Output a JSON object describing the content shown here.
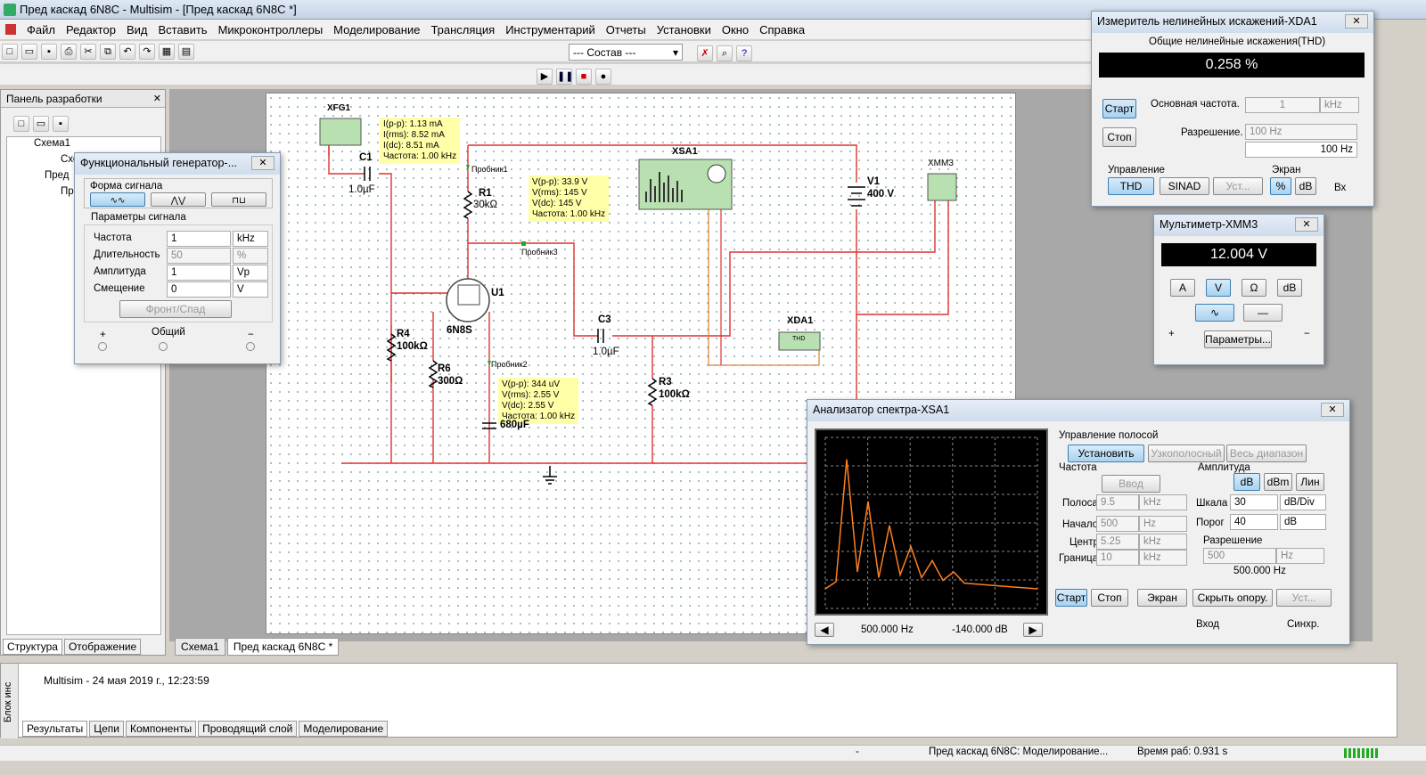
{
  "app": {
    "title": "Пред каскад 6N8C - Multisim - [Пред каскад 6N8C *]"
  },
  "menu": [
    "Файл",
    "Редактор",
    "Вид",
    "Вставить",
    "Микроконтроллеры",
    "Моделирование",
    "Трансляция",
    "Инструментарий",
    "Отчеты",
    "Установки",
    "Окно",
    "Справка"
  ],
  "toolbar": {
    "compose_select": "--- Состав ---"
  },
  "dev_panel": {
    "title": "Панель разработки",
    "tree": [
      "Схема1",
      "Схе",
      "Пред",
      "Пр"
    ],
    "tabs": [
      "Структура",
      "Отображение"
    ]
  },
  "schem_tabs": [
    "Схема1",
    "Пред каскад 6N8C *"
  ],
  "funcgen": {
    "title": "Функциональный генератор-...",
    "waveform_label": "Форма сигнала",
    "params_label": "Параметры сигнала",
    "rows": [
      {
        "label": "Частота",
        "value": "1",
        "unit": "kHz"
      },
      {
        "label": "Длительность",
        "value": "50",
        "unit": "%"
      },
      {
        "label": "Амплитуда",
        "value": "1",
        "unit": "Vp"
      },
      {
        "label": "Смещение",
        "value": "0",
        "unit": "V"
      }
    ],
    "rise_fall": "Фронт/Спад",
    "plus": "+",
    "common": "Общий",
    "minus": "−"
  },
  "schematic": {
    "xfg1": "XFG1",
    "c1": "C1",
    "c1v": "1.0µF",
    "r1": "R1",
    "r1v": "30kΩ",
    "xsa1": "XSA1",
    "v1": "V1",
    "v1v": "400 V",
    "xmm3": "XMM3",
    "u1": "U1",
    "tube": "6N8S",
    "c3": "C3",
    "c3v": "1.0µF",
    "xda1": "XDA1",
    "thd": "THD",
    "r4": "R4",
    "r4v": "100kΩ",
    "r6": "R6",
    "r6v": "300Ω",
    "r3": "R3",
    "r3v": "100kΩ",
    "c_hidden": "680µF",
    "probe1": "Пробник1",
    "probe2": "Пробник2",
    "probe3": "Пробник3",
    "pl1": "I(p-p): 1.13 mA\nI(rms): 8.52 mA\nI(dc): 8.51 mA\nЧастота: 1.00 kHz",
    "pl2": "V(p-p): 33.9 V\nV(rms): 145 V\nV(dc): 145 V\nЧастота: 1.00 kHz",
    "pl3": "V(p-p): 344 uV\nV(rms): 2.55 V\nV(dc): 2.55 V\nЧастота: 1.00 kHz"
  },
  "thd": {
    "title": "Измеритель нелинейных искажений-XDA1",
    "caption": "Общие нелинейные искажения(THD)",
    "value": "0.258 %",
    "start": "Старт",
    "stop": "Стоп",
    "base_freq_label": "Основная частота.",
    "base_freq": "1",
    "base_unit": "kHz",
    "res_label": "Разрешение.",
    "res_select": "100 Hz",
    "res_value": "100 Hz",
    "control_label": "Управление",
    "thd_btn": "THD",
    "sinad_btn": "SINAD",
    "set_btn": "Уст...",
    "screen_label": "Экран",
    "pct_btn": "%",
    "db_btn": "dB",
    "in_label": "Вх"
  },
  "mm": {
    "title": "Мультиметр-XMM3",
    "value": "12.004 V",
    "modes": [
      "A",
      "V",
      "Ω",
      "dB"
    ],
    "params": "Параметры...",
    "plus": "+",
    "minus": "−"
  },
  "sa": {
    "title": "Анализатор спектра-XSA1",
    "band_ctl": "Управление полосой",
    "set": "Установить",
    "narrow": "Узкополосный",
    "full": "Весь диапазон",
    "freq_label": "Частота",
    "input_btn": "Ввод",
    "span_label": "Полоса",
    "span": "9.5",
    "span_unit": "kHz",
    "start_label": "Начало",
    "start": "500",
    "start_unit": "Hz",
    "center_label": "Центр",
    "center": "5.25",
    "center_unit": "kHz",
    "end_label": "Граница",
    "end": "10",
    "end_unit": "kHz",
    "amp_label": "Амплитуда",
    "db": "dB",
    "dbm": "dBm",
    "lin": "Лин",
    "scale_label": "Шкала",
    "scale": "30",
    "scale_unit": "dB/Div",
    "thr_label": "Порог",
    "thr": "40",
    "thr_unit": "dB",
    "res_label": "Разрешение",
    "res": "500",
    "res_unit": "Hz",
    "res_value": "500.000 Hz",
    "start_btn": "Старт",
    "stop_btn": "Стоп",
    "screen_btn": "Экран",
    "hide_ref": "Скрыть опору.",
    "set_btn": "Уст...",
    "cursor_freq": "500.000 Hz",
    "cursor_amp": "-140.000 dB",
    "in_label": "Вход",
    "sync_label": "Синхр.",
    "spectrum_heights": [
      0.05,
      0.92,
      0.12,
      0.62,
      0.08,
      0.45,
      0.1,
      0.3,
      0.08,
      0.2,
      0.06,
      0.12,
      0.04
    ]
  },
  "output": {
    "side": "Блок инс",
    "text": "Multisim  -  24 мая 2019 г., 12:23:59",
    "tabs": [
      "Результаты",
      "Цепи",
      "Компоненты",
      "Проводящий слой",
      "Моделирование"
    ]
  },
  "status": {
    "sep": "-",
    "sim": "Пред каскад 6N8C: Моделирование...",
    "time": "Время раб: 0.931 s"
  }
}
